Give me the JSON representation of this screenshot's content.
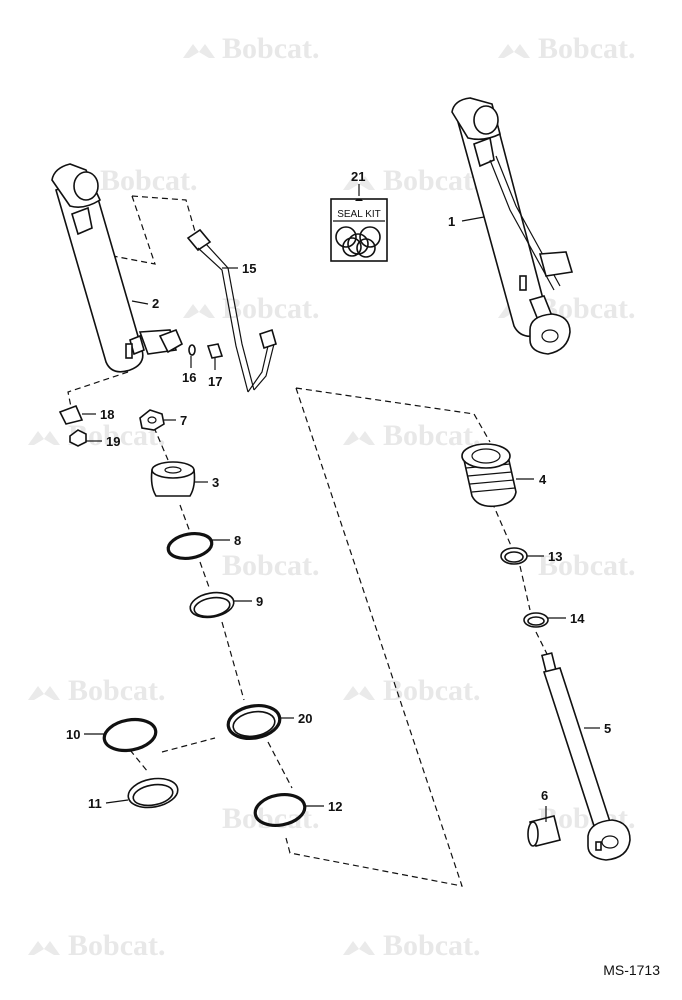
{
  "watermark": {
    "brand": "Bobcat."
  },
  "seal_kit": {
    "label": "SEAL KIT"
  },
  "drawing_code": "MS-1713",
  "callouts": {
    "c1": "1",
    "c2": "2",
    "c3": "3",
    "c4": "4",
    "c5": "5",
    "c6": "6",
    "c7": "7",
    "c8": "8",
    "c9": "9",
    "c10": "10",
    "c11": "11",
    "c12": "12",
    "c13": "13",
    "c14": "14",
    "c15": "15",
    "c16": "16",
    "c17": "17",
    "c18": "18",
    "c19": "19",
    "c20": "20",
    "c21": "21"
  }
}
